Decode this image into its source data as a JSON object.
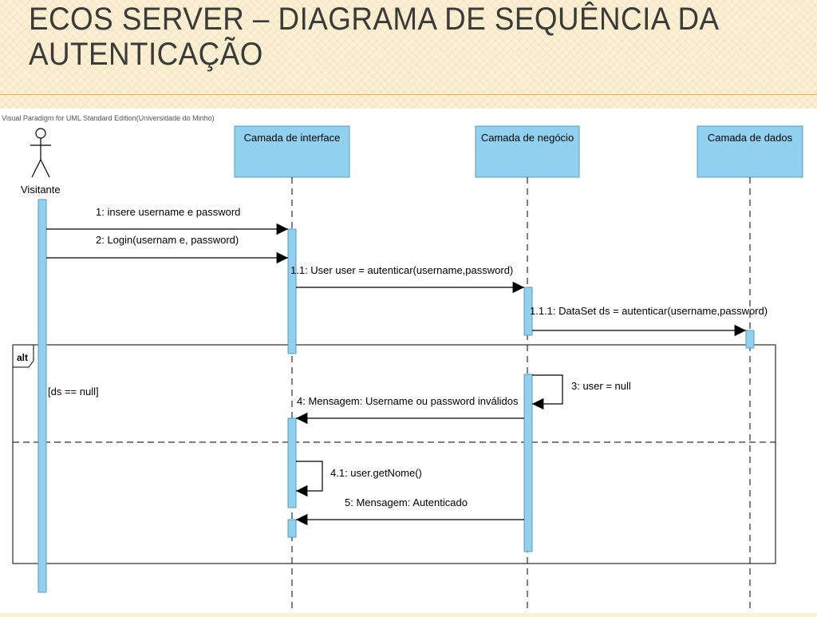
{
  "slide": {
    "title_line1": "ECOS SERVER – DIAGRAMA DE SEQUÊNCIA DA",
    "title_line2": "AUTENTICAÇÃO"
  },
  "diagram": {
    "watermark": "Visual Paradigm for UML Standard Edition(Universidade do Minho)",
    "actor": "Visitante",
    "lifelines": [
      "Camada de interface",
      "Camada de negócio",
      "Camada de dados"
    ],
    "messages": [
      "1: insere username e password",
      "2: Login(usernam e, password)",
      "1.1: User user = autenticar(username,password)",
      "1.1.1: DataSet ds = autenticar(username,password)",
      "3: user = null",
      "4: Mensagem: Username ou password inválidos",
      "4.1: user.getNome()",
      "5: Mensagem: Autenticado"
    ],
    "fragment": {
      "operator": "alt",
      "guard": "[ds == null]"
    }
  },
  "colors": {
    "lifeline_fill": "#8fd1ee",
    "lifeline_stroke": "#5a9cc0",
    "activation_fill": "#8fd1ee",
    "title_text": "#3a3a3a",
    "slide_bg": "#fbf0d2"
  }
}
